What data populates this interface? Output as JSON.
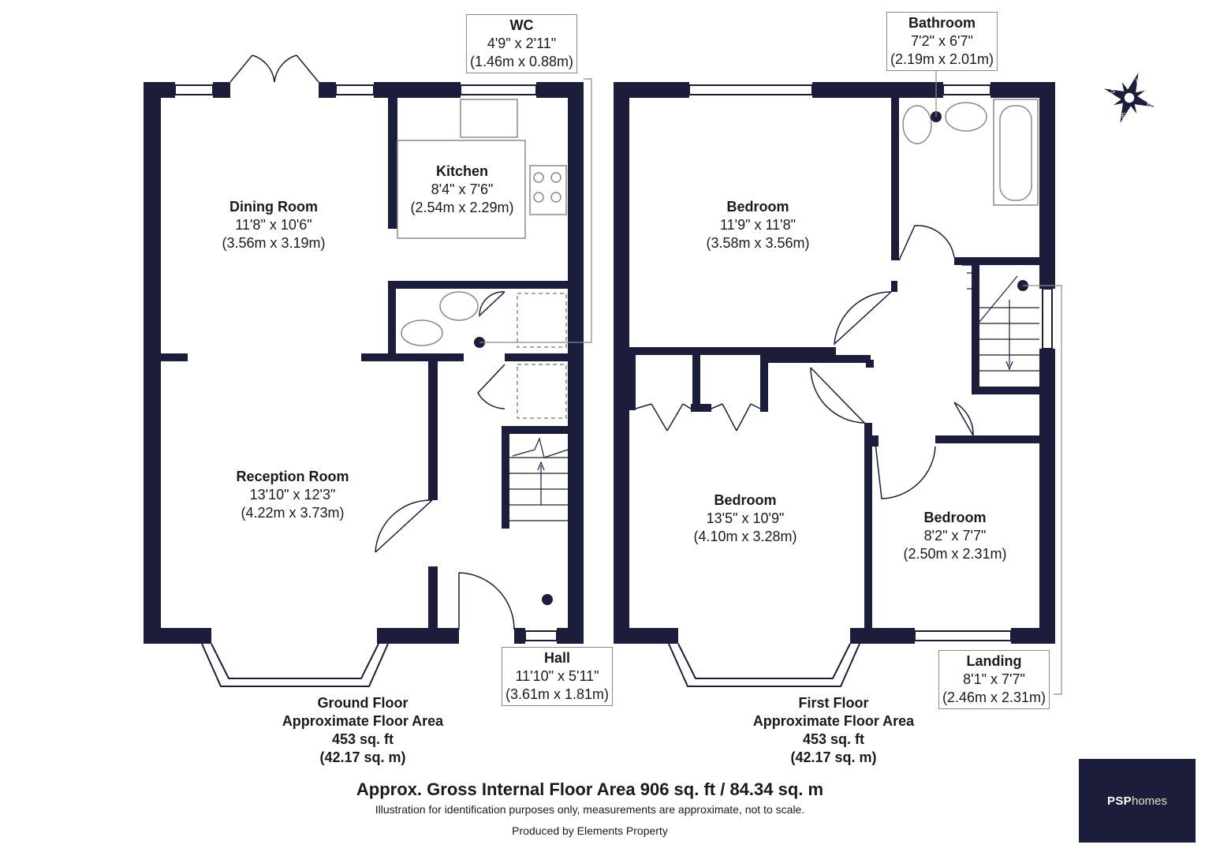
{
  "rooms": {
    "dining": {
      "name": "Dining Room",
      "imperial": "11'8\" x 10'6\"",
      "metric": "(3.56m x 3.19m)"
    },
    "kitchen": {
      "name": "Kitchen",
      "imperial": "8'4\" x 7'6\"",
      "metric": "(2.54m x 2.29m)"
    },
    "reception": {
      "name": "Reception Room",
      "imperial": "13'10\" x 12'3\"",
      "metric": "(4.22m x 3.73m)"
    },
    "wc": {
      "name": "WC",
      "imperial": "4'9\" x 2'11\"",
      "metric": "(1.46m x 0.88m)"
    },
    "hall": {
      "name": "Hall",
      "imperial": "11'10\" x 5'11\"",
      "metric": "(3.61m x 1.81m)"
    },
    "bathroom": {
      "name": "Bathroom",
      "imperial": "7'2\" x 6'7\"",
      "metric": "(2.19m x 2.01m)"
    },
    "bedroom1": {
      "name": "Bedroom",
      "imperial": "11'9\" x 11'8\"",
      "metric": "(3.58m x 3.56m)"
    },
    "bedroom2": {
      "name": "Bedroom",
      "imperial": "13'5\" x 10'9\"",
      "metric": "(4.10m x 3.28m)"
    },
    "bedroom3": {
      "name": "Bedroom",
      "imperial": "8'2\" x 7'7\"",
      "metric": "(2.50m x 2.31m)"
    },
    "landing": {
      "name": "Landing",
      "imperial": "8'1\" x 7'7\"",
      "metric": "(2.46m x 2.31m)"
    }
  },
  "ground_floor": {
    "title": "Ground Floor",
    "subtitle": "Approximate Floor Area",
    "sqft": "453 sq. ft",
    "sqm": "(42.17 sq. m)"
  },
  "first_floor": {
    "title": "First Floor",
    "subtitle": "Approximate Floor Area",
    "sqft": "453 sq. ft",
    "sqm": "(42.17 sq. m)"
  },
  "footer": {
    "gross": "Approx. Gross Internal Floor Area 906 sq. ft / 84.34 sq. m",
    "disclaimer": "Illustration for identification purposes only, measurements are approximate, not to scale.",
    "producer": "Produced by Elements Property"
  },
  "compass": {
    "n": "N",
    "s": "S",
    "e": "E",
    "w": "W"
  },
  "logo": {
    "bold": "PSP",
    "light": "homes"
  },
  "colors": {
    "wall": "#1b1d3b",
    "fixture": "#8a8a8a",
    "logo_bg": "#1b1d3b"
  }
}
